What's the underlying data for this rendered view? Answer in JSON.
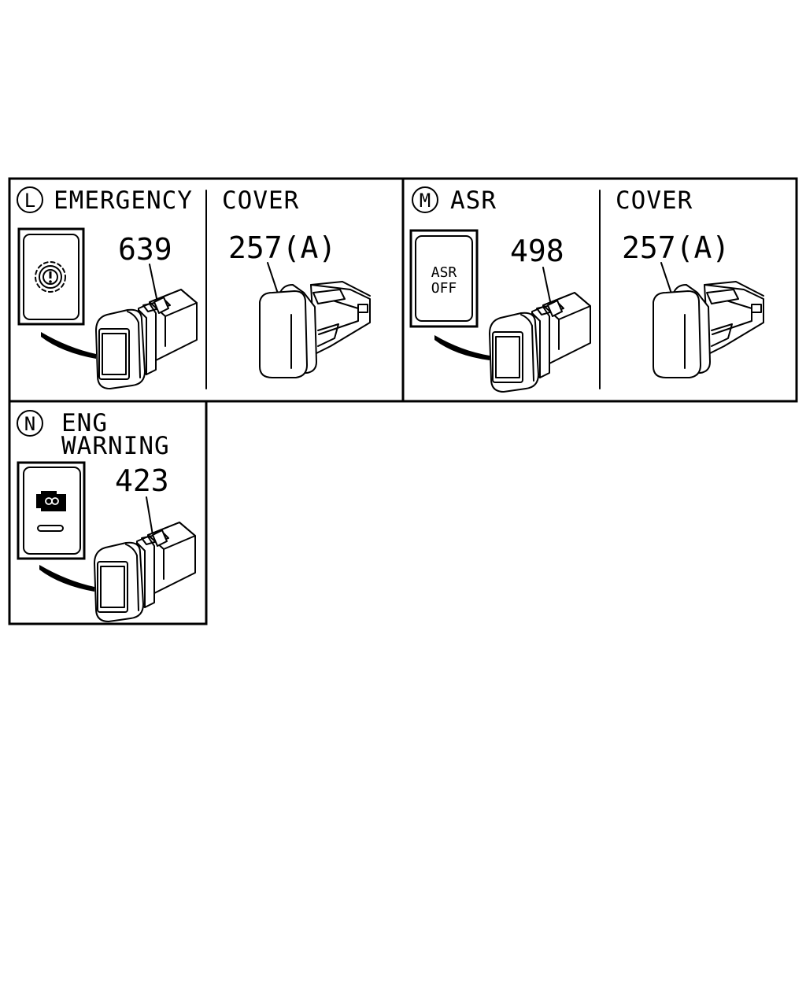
{
  "panels": {
    "emergency": {
      "letter": "L",
      "title": "EMERGENCY",
      "part_number": "639",
      "icon": "brake-warning-gear-icon"
    },
    "emergency_cover": {
      "title": "COVER",
      "part_number": "257(A)"
    },
    "asr": {
      "letter": "M",
      "title": "ASR",
      "part_number": "498",
      "icon_text_line1": "ASR",
      "icon_text_line2": "OFF"
    },
    "asr_cover": {
      "title": "COVER",
      "part_number": "257(A)"
    },
    "eng_warning": {
      "letter": "N",
      "title_line1": "ENG",
      "title_line2": "WARNING",
      "part_number": "423",
      "icon": "engine-warning-icon"
    }
  }
}
